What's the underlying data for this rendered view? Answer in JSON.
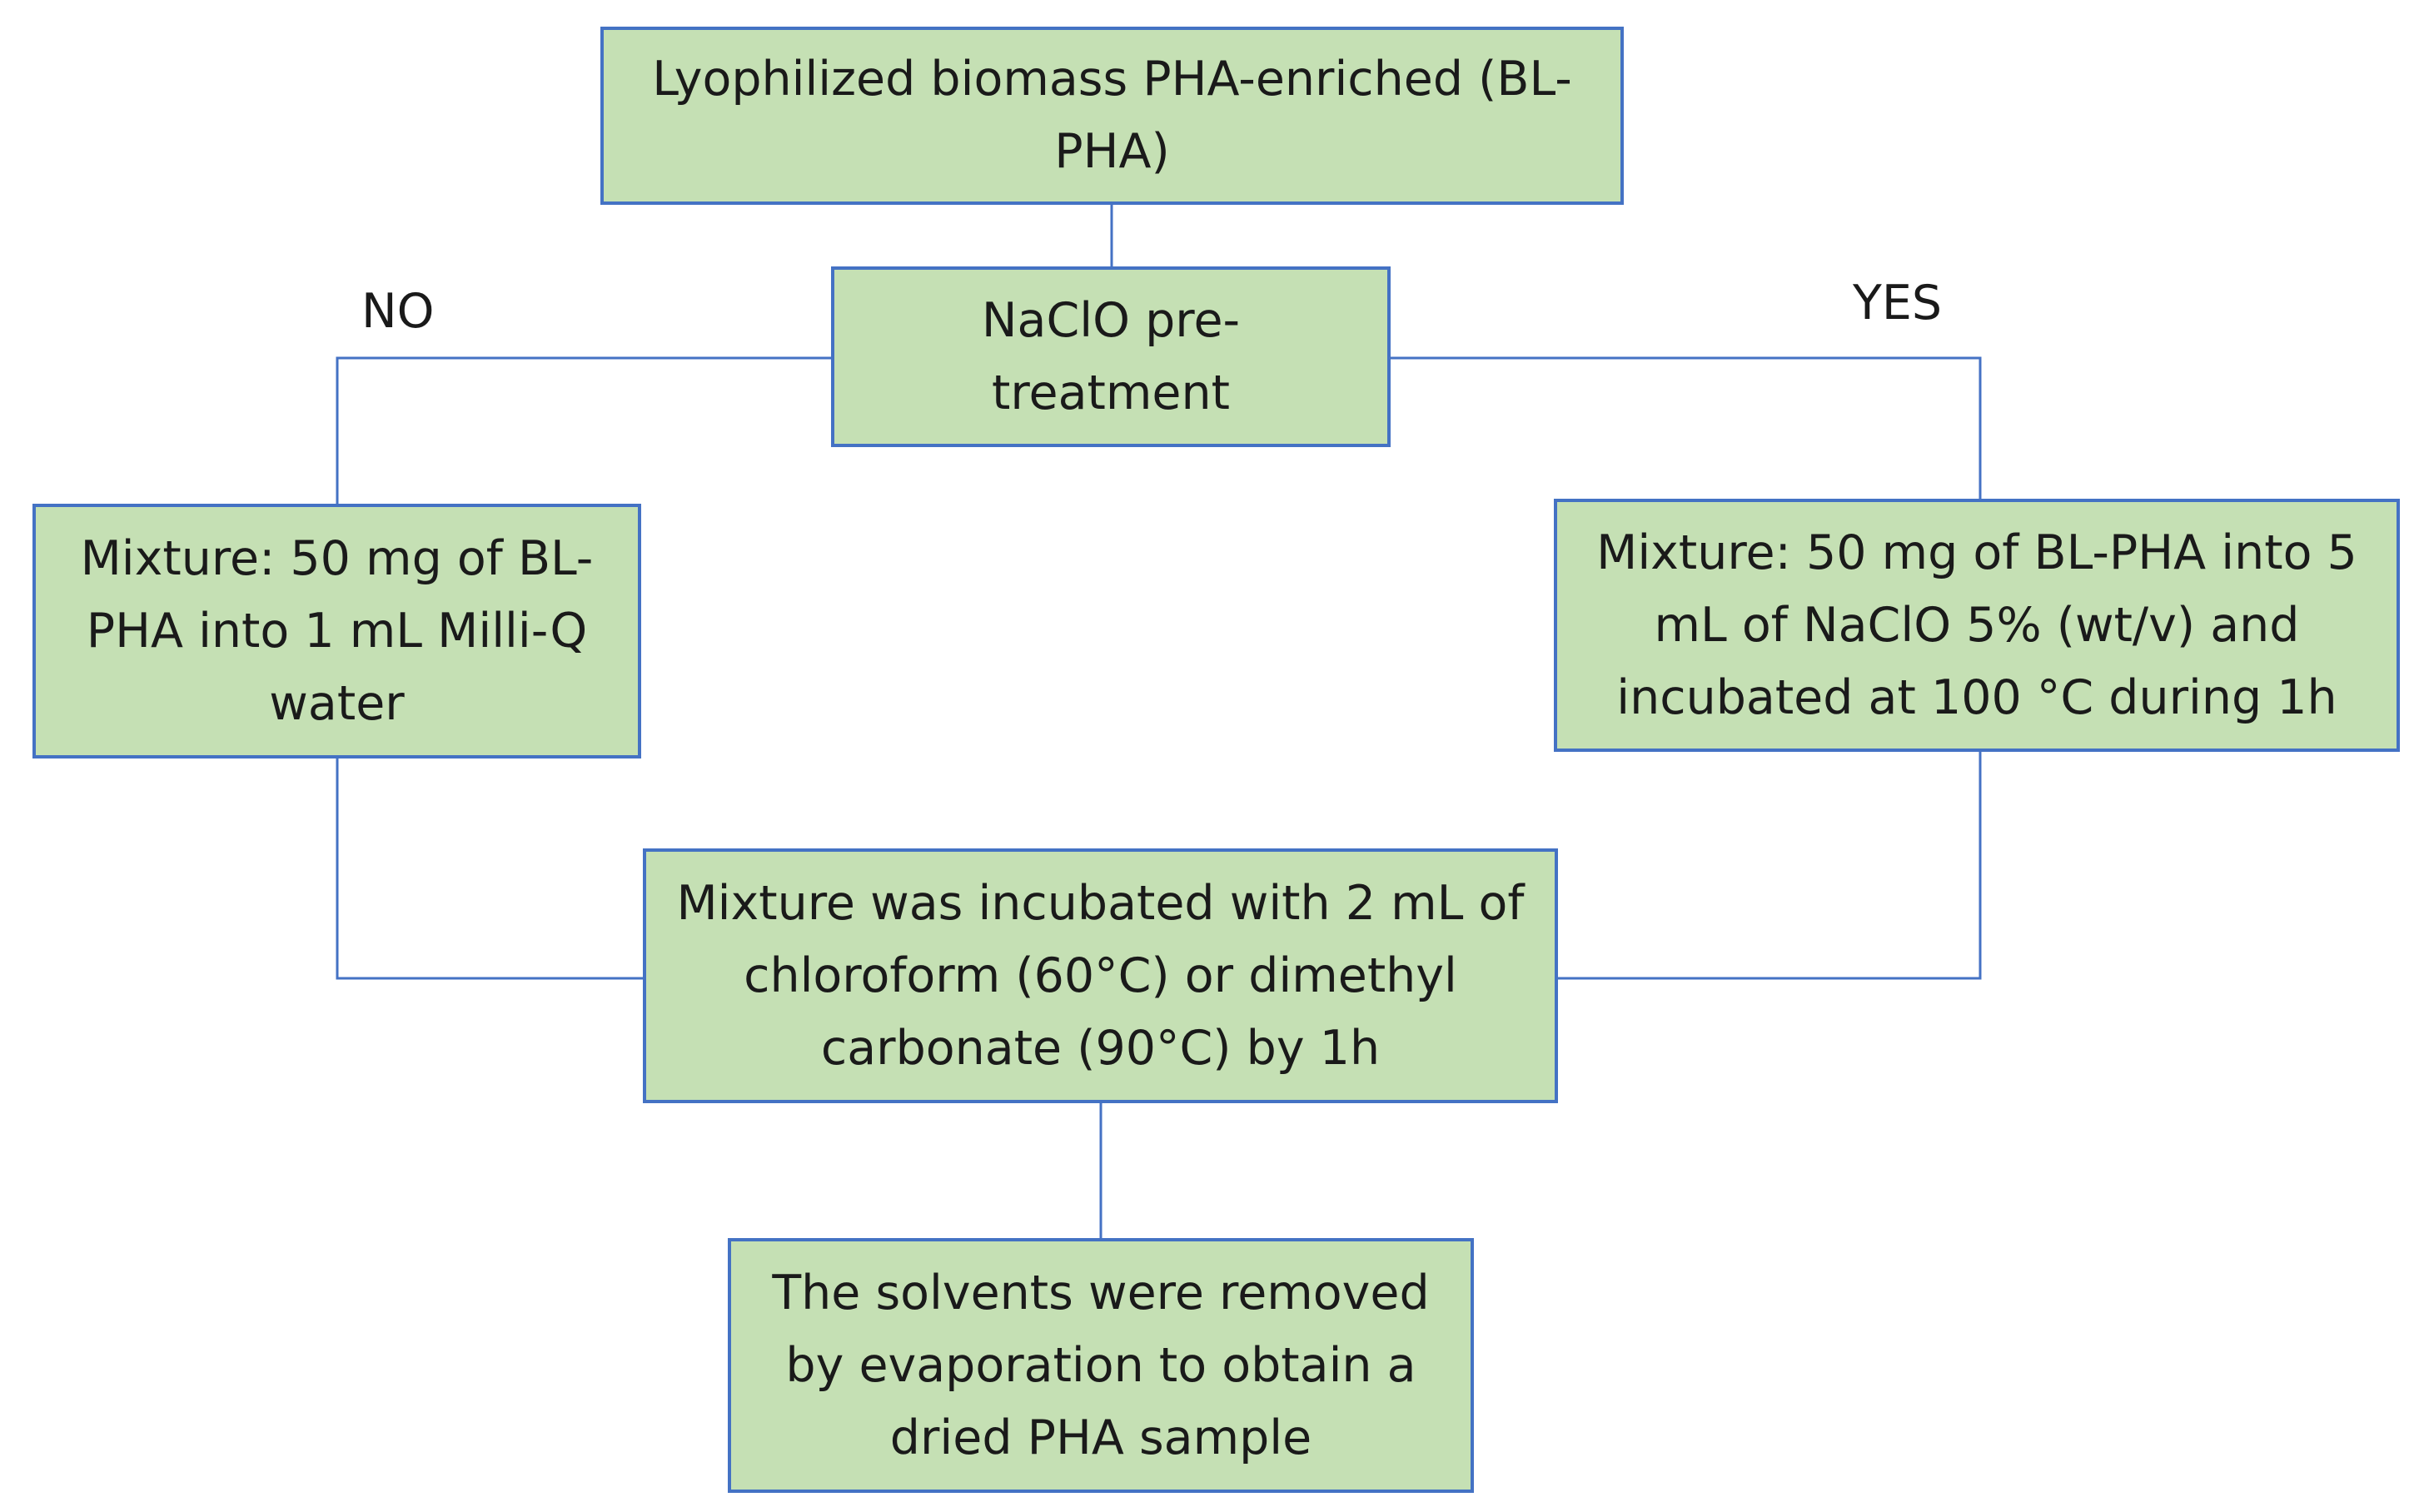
{
  "colors": {
    "box_fill": "#c5e0b4",
    "box_border": "#4472c4",
    "connector": "#4472c4",
    "text": "#1a1a1a"
  },
  "diagram": {
    "start_box": "Lyophilized biomass PHA-enriched (BL-PHA)",
    "decision_box": "NaClO pre-treatment",
    "no_label": "NO",
    "yes_label": "YES",
    "no_branch_box": "Mixture: 50 mg of BL-PHA into 1 mL Milli-Q water",
    "yes_branch_box": "Mixture: 50 mg of BL-PHA into 5 mL of NaClO 5% (wt/v) and incubated at 100 °C during 1h",
    "incubation_box": "Mixture was incubated with 2 mL of chloroform (60°C) or dimethyl carbonate (90°C) by 1h",
    "final_box": "The solvents were removed by evaporation to obtain a dried PHA sample"
  }
}
